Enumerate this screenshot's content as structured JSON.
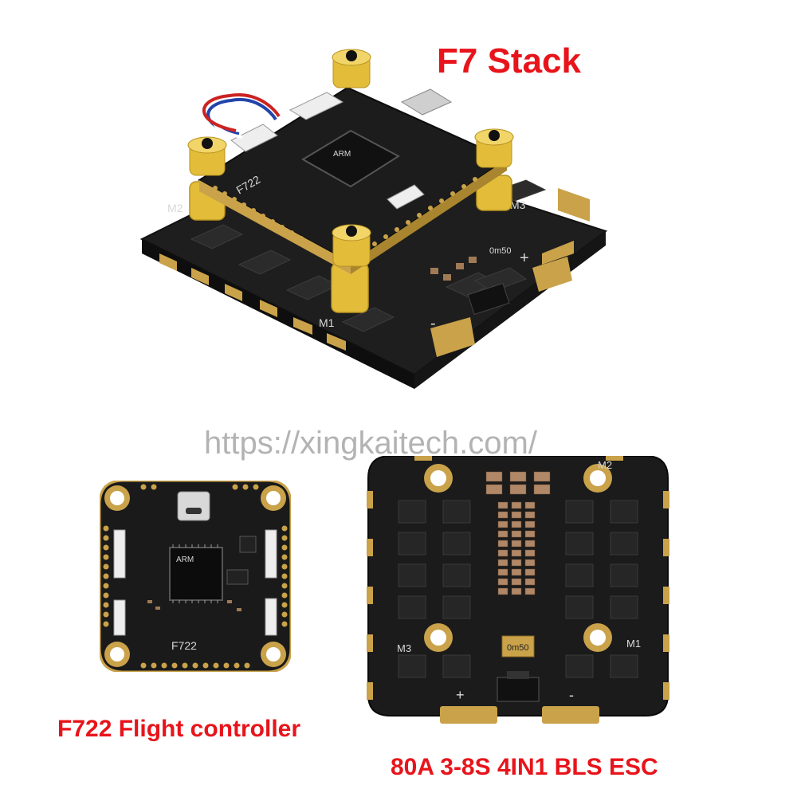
{
  "title": "F7 Stack",
  "watermark": "https://xingkaitech.com/",
  "fc_caption": "F722 Flight controller",
  "esc_caption": "80A 3-8S 4IN1 BLS ESC",
  "silkscreen": {
    "fc_model": "F722",
    "fc_chip_brand": "ARM",
    "motor_labels": [
      "M1",
      "M2",
      "M3"
    ],
    "plus": "+",
    "minus": "-",
    "resistor": "0m50"
  },
  "colors": {
    "caption": "#e8141b",
    "board": "#1c1c1c",
    "gold_pad": "#c9a24a",
    "standoff": "#e3bd3a"
  },
  "icons": [
    "usb-c-port",
    "mounting-hole",
    "mosfet-chip",
    "capacitor",
    "standoff"
  ]
}
